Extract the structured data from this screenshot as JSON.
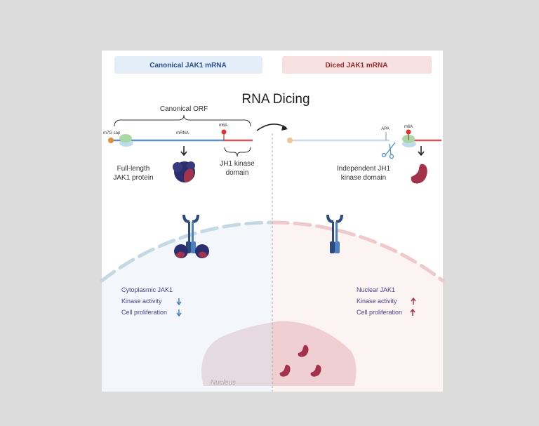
{
  "headers": {
    "canonical": "Canonical JAK1 mRNA",
    "diced": "Diced JAK1 mRNA"
  },
  "title": "RNA Dicing",
  "canonical": {
    "orf_label": "Canonical ORF",
    "cap_label": "m7G cap",
    "mrna_label": "mRNA",
    "m6a_label": "m6A",
    "jh1_line1": "JH1 kinase",
    "jh1_line2": "domain",
    "protein_line1": "Full-length",
    "protein_line2": "JAK1 protein"
  },
  "diced": {
    "apa_label": "APA",
    "m6a_label": "m6A",
    "protein_line1": "Independent JH1",
    "protein_line2": "kinase domain"
  },
  "cell": {
    "left": {
      "title": "Cytoplasmic JAK1",
      "kinase": "Kinase activity",
      "proliferation": "Cell proliferation",
      "direction": "down"
    },
    "right": {
      "title": "Nuclear JAK1",
      "kinase": "Kinase activity",
      "proliferation": "Cell proliferation",
      "direction": "up"
    },
    "nucleus_label": "Nucleus"
  },
  "colors": {
    "blue_text": "#2b4f8a",
    "red_text": "#9b2a2a",
    "cell_text": "#4a3f8a",
    "protein_red": "#a3324a",
    "protein_navy": "#2c2f6e"
  }
}
